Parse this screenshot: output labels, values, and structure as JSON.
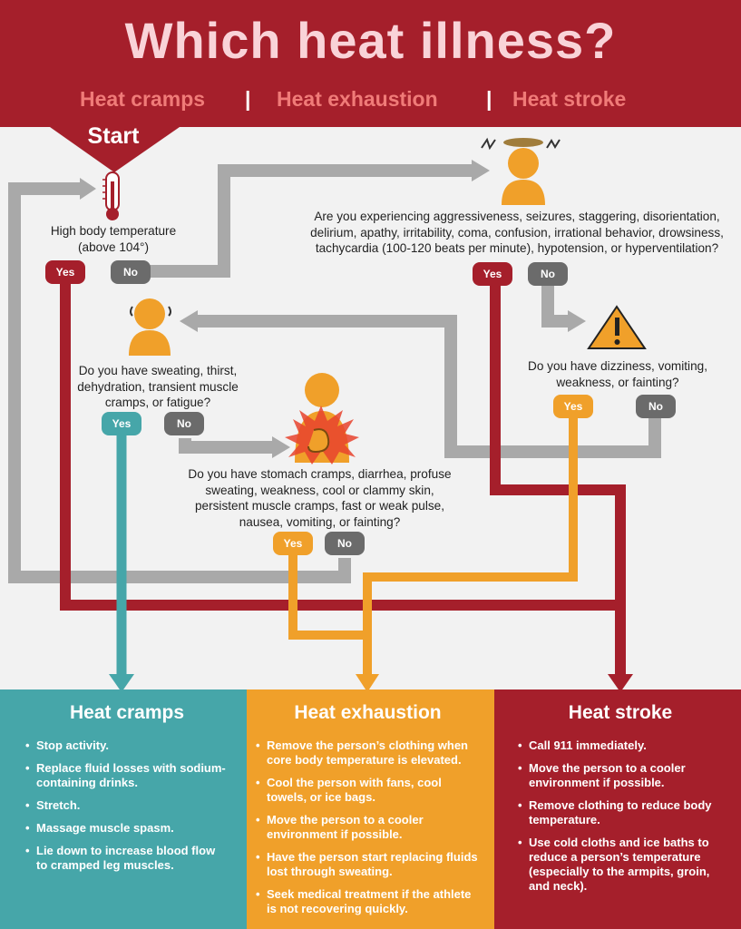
{
  "header": {
    "title": "Which heat illness?",
    "subtitle": [
      "Heat cramps",
      "Heat exhaustion",
      "Heat stroke"
    ],
    "separator": "|"
  },
  "start": "Start",
  "questions": {
    "q1": "High body temperature (above 104°)",
    "q2": "Are you experiencing aggressiveness, seizures, staggering, disorientation, delirium, apathy, irritability, coma, confusion, irrational behavior, drowsiness, tachycardia (100-120 beats per minute), hypotension, or hyperventilation?",
    "q3": "Do you have sweating, thirst, dehydration, transient muscle cramps, or fatigue?",
    "q4": "Do you have dizziness, vomiting, weakness, or fainting?",
    "q5": "Do you have stomach cramps, diarrhea, profuse sweating, weakness, cool or clammy skin, persistent muscle cramps, fast or weak pulse, nausea, vomiting, or fainting?"
  },
  "answers": {
    "yes": "Yes",
    "no": "No"
  },
  "icons": [
    "thermometer-icon",
    "dizzy-person-icon",
    "sweating-person-icon",
    "warning-icon",
    "stomach-person-icon"
  ],
  "colors": {
    "header": "#a51f2b",
    "cramps": "#46a6a9",
    "exhaustion": "#f0a02a",
    "stroke": "#a51f2b",
    "no": "#6b6b6b",
    "arrow_grey": "#a9a9a9"
  },
  "panels": [
    {
      "title": "Heat cramps",
      "items": [
        "Stop activity.",
        "Replace fluid losses with sodium-containing drinks.",
        "Stretch.",
        "Massage muscle spasm.",
        "Lie down to increase blood flow to cramped leg muscles."
      ]
    },
    {
      "title": "Heat exhaustion",
      "items": [
        "Remove the person’s clothing when core body temperature is elevated.",
        "Cool the person with fans, cool towels, or ice bags.",
        "Move the person to a cooler environment if possible.",
        "Have the person start replacing fluids lost through sweating.",
        "Seek medical treatment if the athlete is not recovering quickly."
      ]
    },
    {
      "title": "Heat stroke",
      "items": [
        "Call 911 immediately.",
        "Move the person to a cooler environment if possible.",
        "Remove clothing to reduce body temperature.",
        "Use cold cloths and ice baths to reduce a person’s temperature (especially to the armpits, groin, and neck)."
      ]
    }
  ]
}
